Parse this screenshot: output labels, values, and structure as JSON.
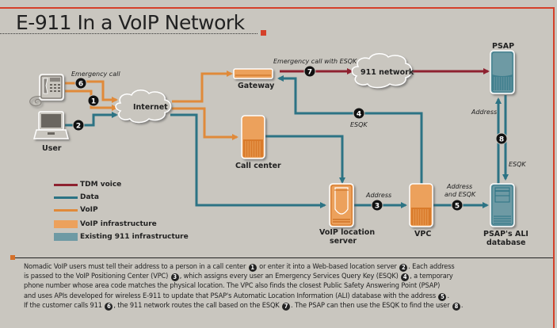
{
  "title": "E-911 In a VoIP Network",
  "colors": {
    "tdm_voice": "#8e2230",
    "data": "#2c7384",
    "voip": "#e08a3a",
    "voip_infrastructure": "#eca15c",
    "existing_911_infrastructure": "#6e9aa4",
    "accent": "#d5402a",
    "background": "#c9c6bf"
  },
  "nodes": {
    "phone": {
      "label": "",
      "icon": "desk-phone-icon"
    },
    "user": {
      "label": "User",
      "icon": "laptop-icon"
    },
    "internet": {
      "label": "Internet",
      "icon": "cloud-icon"
    },
    "gateway": {
      "label": "Gateway",
      "icon": "gateway-device-icon"
    },
    "network911": {
      "label": "911 network",
      "icon": "cloud-icon"
    },
    "psap": {
      "label": "PSAP",
      "icon": "server-icon"
    },
    "call_center": {
      "label": "Call center",
      "icon": "server-icon"
    },
    "voip_location_server_1": {
      "label": "VoIP location"
    },
    "voip_location_server_2": {
      "label": "server"
    },
    "vpc": {
      "label": "VPC",
      "icon": "server-icon"
    },
    "ali_db_1": {
      "label": "PSAP's ALI"
    },
    "ali_db_2": {
      "label": "database"
    }
  },
  "edge_labels": {
    "emergency_call": "Emergency call",
    "emergency_call_esqk": "Emergency call with ESQK",
    "esqk_4": "ESQK",
    "address_3": "Address",
    "address_and_esqk_1": "Address",
    "address_and_esqk_2": "and ESQK",
    "address_8": "Address",
    "esqk_8": "ESQK"
  },
  "steps": [
    "1",
    "2",
    "3",
    "4",
    "5",
    "6",
    "7",
    "8"
  ],
  "legend": [
    {
      "label": "TDM voice",
      "type": "line",
      "color_key": "tdm_voice"
    },
    {
      "label": "Data",
      "type": "line",
      "color_key": "data"
    },
    {
      "label": "VoIP",
      "type": "line",
      "color_key": "voip"
    },
    {
      "label": "VoIP infrastructure",
      "type": "box",
      "color_key": "voip_infrastructure"
    },
    {
      "label": "Existing 911 infrastructure",
      "type": "box",
      "color_key": "existing_911_infrastructure"
    }
  ],
  "caption": {
    "lines": [
      [
        {
          "t": "Nomadic VoIP users must tell their address to a person in a call center "
        },
        {
          "n": "1"
        },
        {
          "t": " or enter it into a Web-based location server "
        },
        {
          "n": "2"
        },
        {
          "t": ". Each address"
        }
      ],
      [
        {
          "t": "is passed to the VoIP Positioning Center (VPC) "
        },
        {
          "n": "3"
        },
        {
          "t": ", which assigns every user an Emergency Services Query Key (ESQK) "
        },
        {
          "n": "4"
        },
        {
          "t": ", a temporary"
        }
      ],
      [
        {
          "t": "phone number whose area code matches the physical location. The VPC also finds the closest Public Safety Answering Point (PSAP)"
        }
      ],
      [
        {
          "t": "and uses APIs developed for wireless E-911 to update that PSAP's Automatic Location Information (ALI) database with the address "
        },
        {
          "n": "5"
        },
        {
          "t": "."
        }
      ],
      [
        {
          "t": "If the customer calls 911 "
        },
        {
          "n": "6"
        },
        {
          "t": ", the 911 network routes the call based on the ESQK "
        },
        {
          "n": "7"
        },
        {
          "t": ". The PSAP can then use the ESQK to find the user "
        },
        {
          "n": "8"
        },
        {
          "t": "."
        }
      ]
    ]
  }
}
